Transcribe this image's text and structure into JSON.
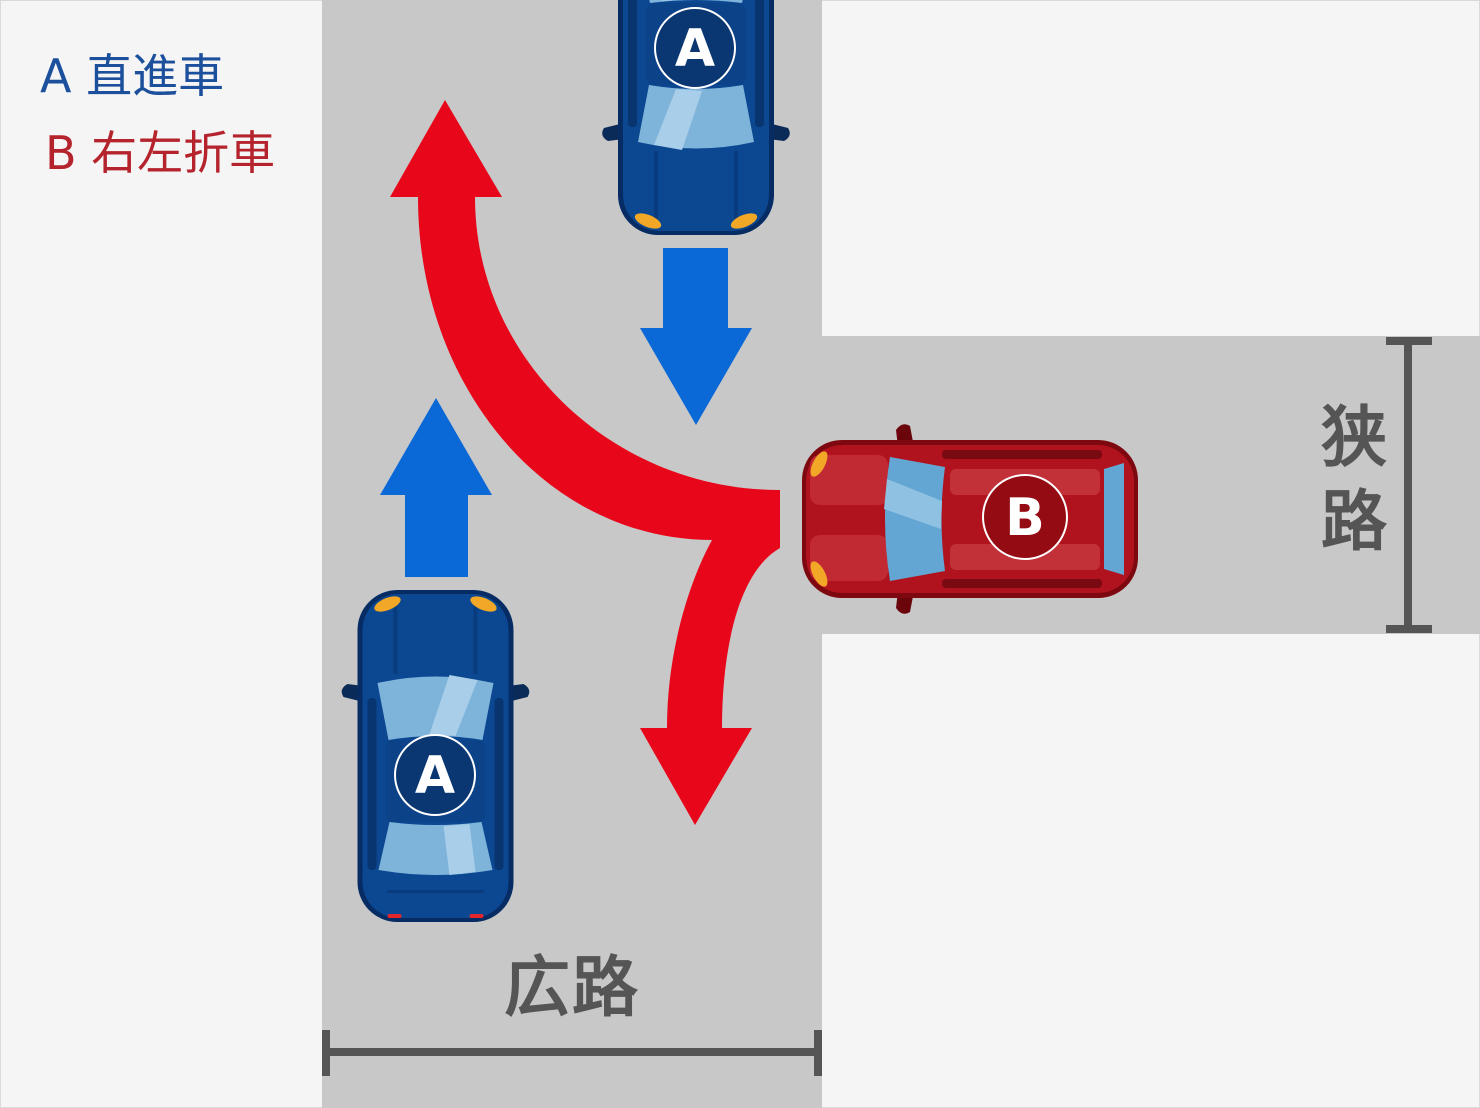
{
  "legend": {
    "straight": {
      "text": "A 直進車",
      "color": "#1c4f9c"
    },
    "turning": {
      "text": "B 右左折車",
      "color": "#b5232d"
    }
  },
  "roads": {
    "color": "#c8c8c8",
    "dimension_color": "#555555",
    "narrow": {
      "label": "狭路"
    },
    "wide": {
      "label": "広路"
    }
  },
  "arrows": {
    "straight_color": "#0a69d6",
    "turn_color": "#e8061a"
  },
  "cars": {
    "a_top": {
      "label": "A",
      "body_color": "#0c4792"
    },
    "a_bottom": {
      "label": "A",
      "body_color": "#0c4792"
    },
    "b": {
      "label": "B",
      "body_color": "#b0131d"
    }
  }
}
